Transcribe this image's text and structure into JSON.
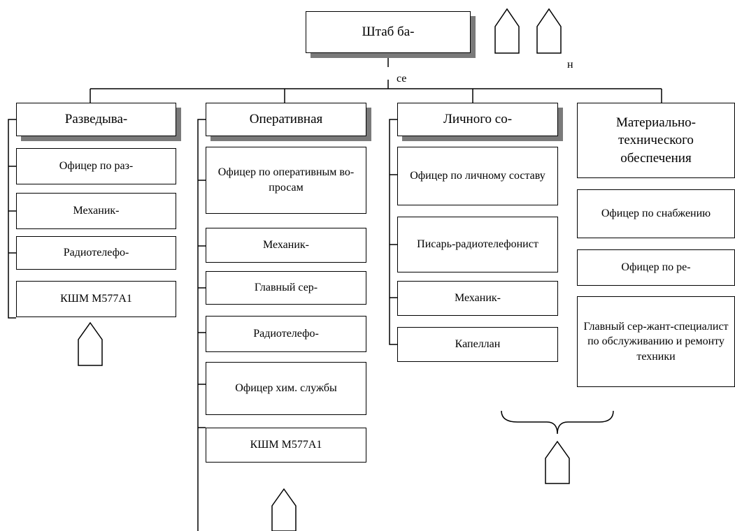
{
  "hq": {
    "title": "Штаб ба-",
    "suffix_se": "се",
    "suffix_n": "н"
  },
  "sections": [
    {
      "header": "Разведыва-",
      "items": [
        "Офицер по раз-",
        "Механик-",
        "Радиотелефо-",
        "КШМ М577А1"
      ]
    },
    {
      "header": "Оперативная",
      "items": [
        "Офицер по оперативным во-просам",
        "Механик-",
        "Главный сер-",
        "Радиотелефо-",
        "Офицер хим. службы",
        "КШМ М577А1"
      ]
    },
    {
      "header": "Личного со-",
      "items": [
        "Офицер по личному составу",
        "Писарь-радиотелефонист",
        "Механик-",
        "Капеллан"
      ]
    },
    {
      "header": "Материально-технического обеспечения",
      "items": [
        "Офицер по снабжению",
        "Офицер по ре-",
        "Главный сер-жант-специалист по обслуживанию и ремонту техники"
      ]
    }
  ]
}
